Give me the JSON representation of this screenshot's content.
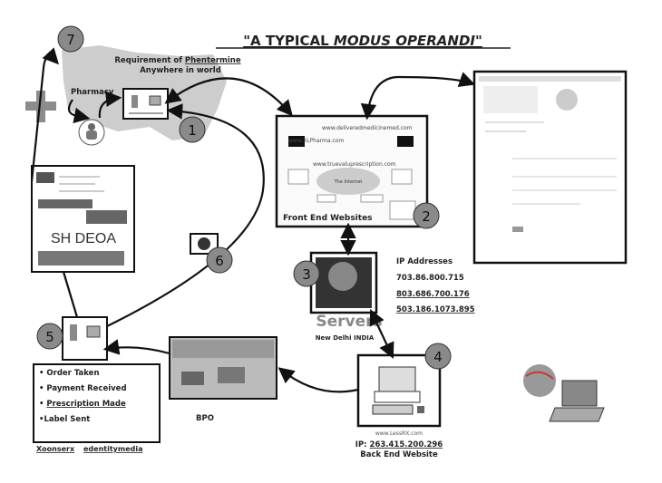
{
  "title": {
    "part1": "\"A TYPICAL ",
    "part2": "MODUS OPERANDI",
    "part3": "\""
  },
  "steps": [
    "1",
    "2",
    "3",
    "4",
    "5",
    "6",
    "7"
  ],
  "requirement": {
    "line1_prefix": "Requirement of ",
    "line1_drug": "Phentermine",
    "line2": "Anywhere in world"
  },
  "pharmacy_label": "Pharmacy",
  "shipping_label_text": "SH DEOA",
  "front_end": {
    "caption": "Front End Websites",
    "sites": [
      "www.deliveredmedicinemed.com",
      "www.XLPharma.com",
      "www.truevaluprescription.com"
    ],
    "cloud_label": "The Internet"
  },
  "servers": {
    "label": "Servers",
    "location": "New Delhi INDIA",
    "ip_heading": "IP Addresses",
    "ips": [
      "703.86.800.715",
      "803.686.700.176",
      "503.186.1073.895"
    ]
  },
  "back_end": {
    "site": "www.LessRX.com",
    "ip_prefix": "IP: ",
    "ip": "263.415.200.296",
    "caption": "Back End Website"
  },
  "bpo_label": "BPO",
  "order_steps": [
    "Order Taken",
    "Payment Received",
    "Prescription Made",
    "Label Sent"
  ],
  "bottom_links": [
    "Xoonserx",
    "edentitymedia"
  ],
  "colors": {
    "badge": "#8a8a8a",
    "map": "#c8c8c8",
    "line": "#111111"
  }
}
